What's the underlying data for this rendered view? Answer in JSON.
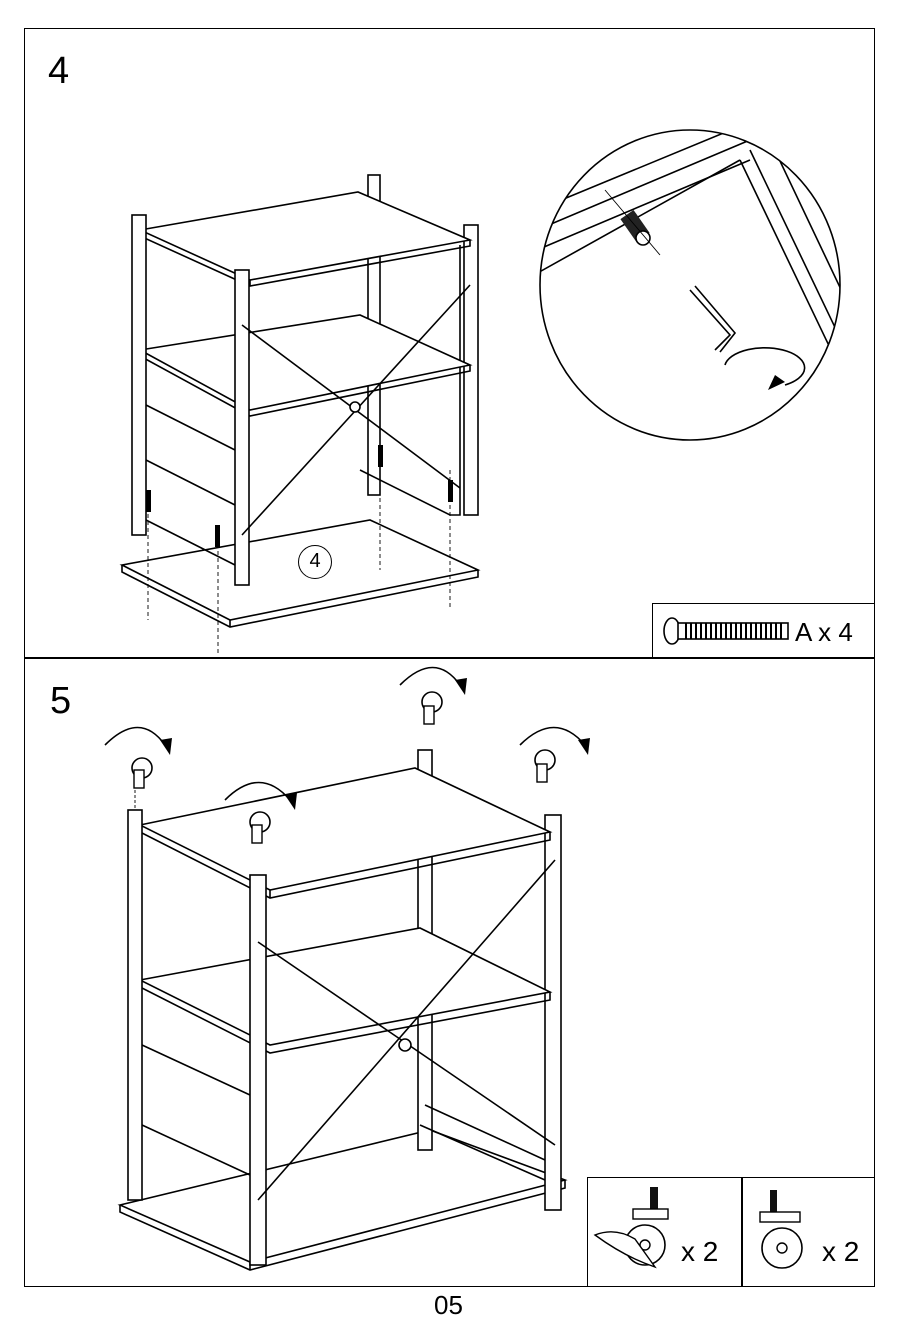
{
  "page": {
    "number": "05"
  },
  "step4": {
    "number": "4",
    "part_marker": "4",
    "hardware": {
      "icon": "bolt-icon",
      "label": "A x 4"
    }
  },
  "step5": {
    "number": "5",
    "hardware": [
      {
        "icon": "brake-caster-icon",
        "label": "x 2"
      },
      {
        "icon": "caster-icon",
        "label": "x 2"
      }
    ]
  },
  "colors": {
    "line": "#000000",
    "background": "#ffffff"
  }
}
